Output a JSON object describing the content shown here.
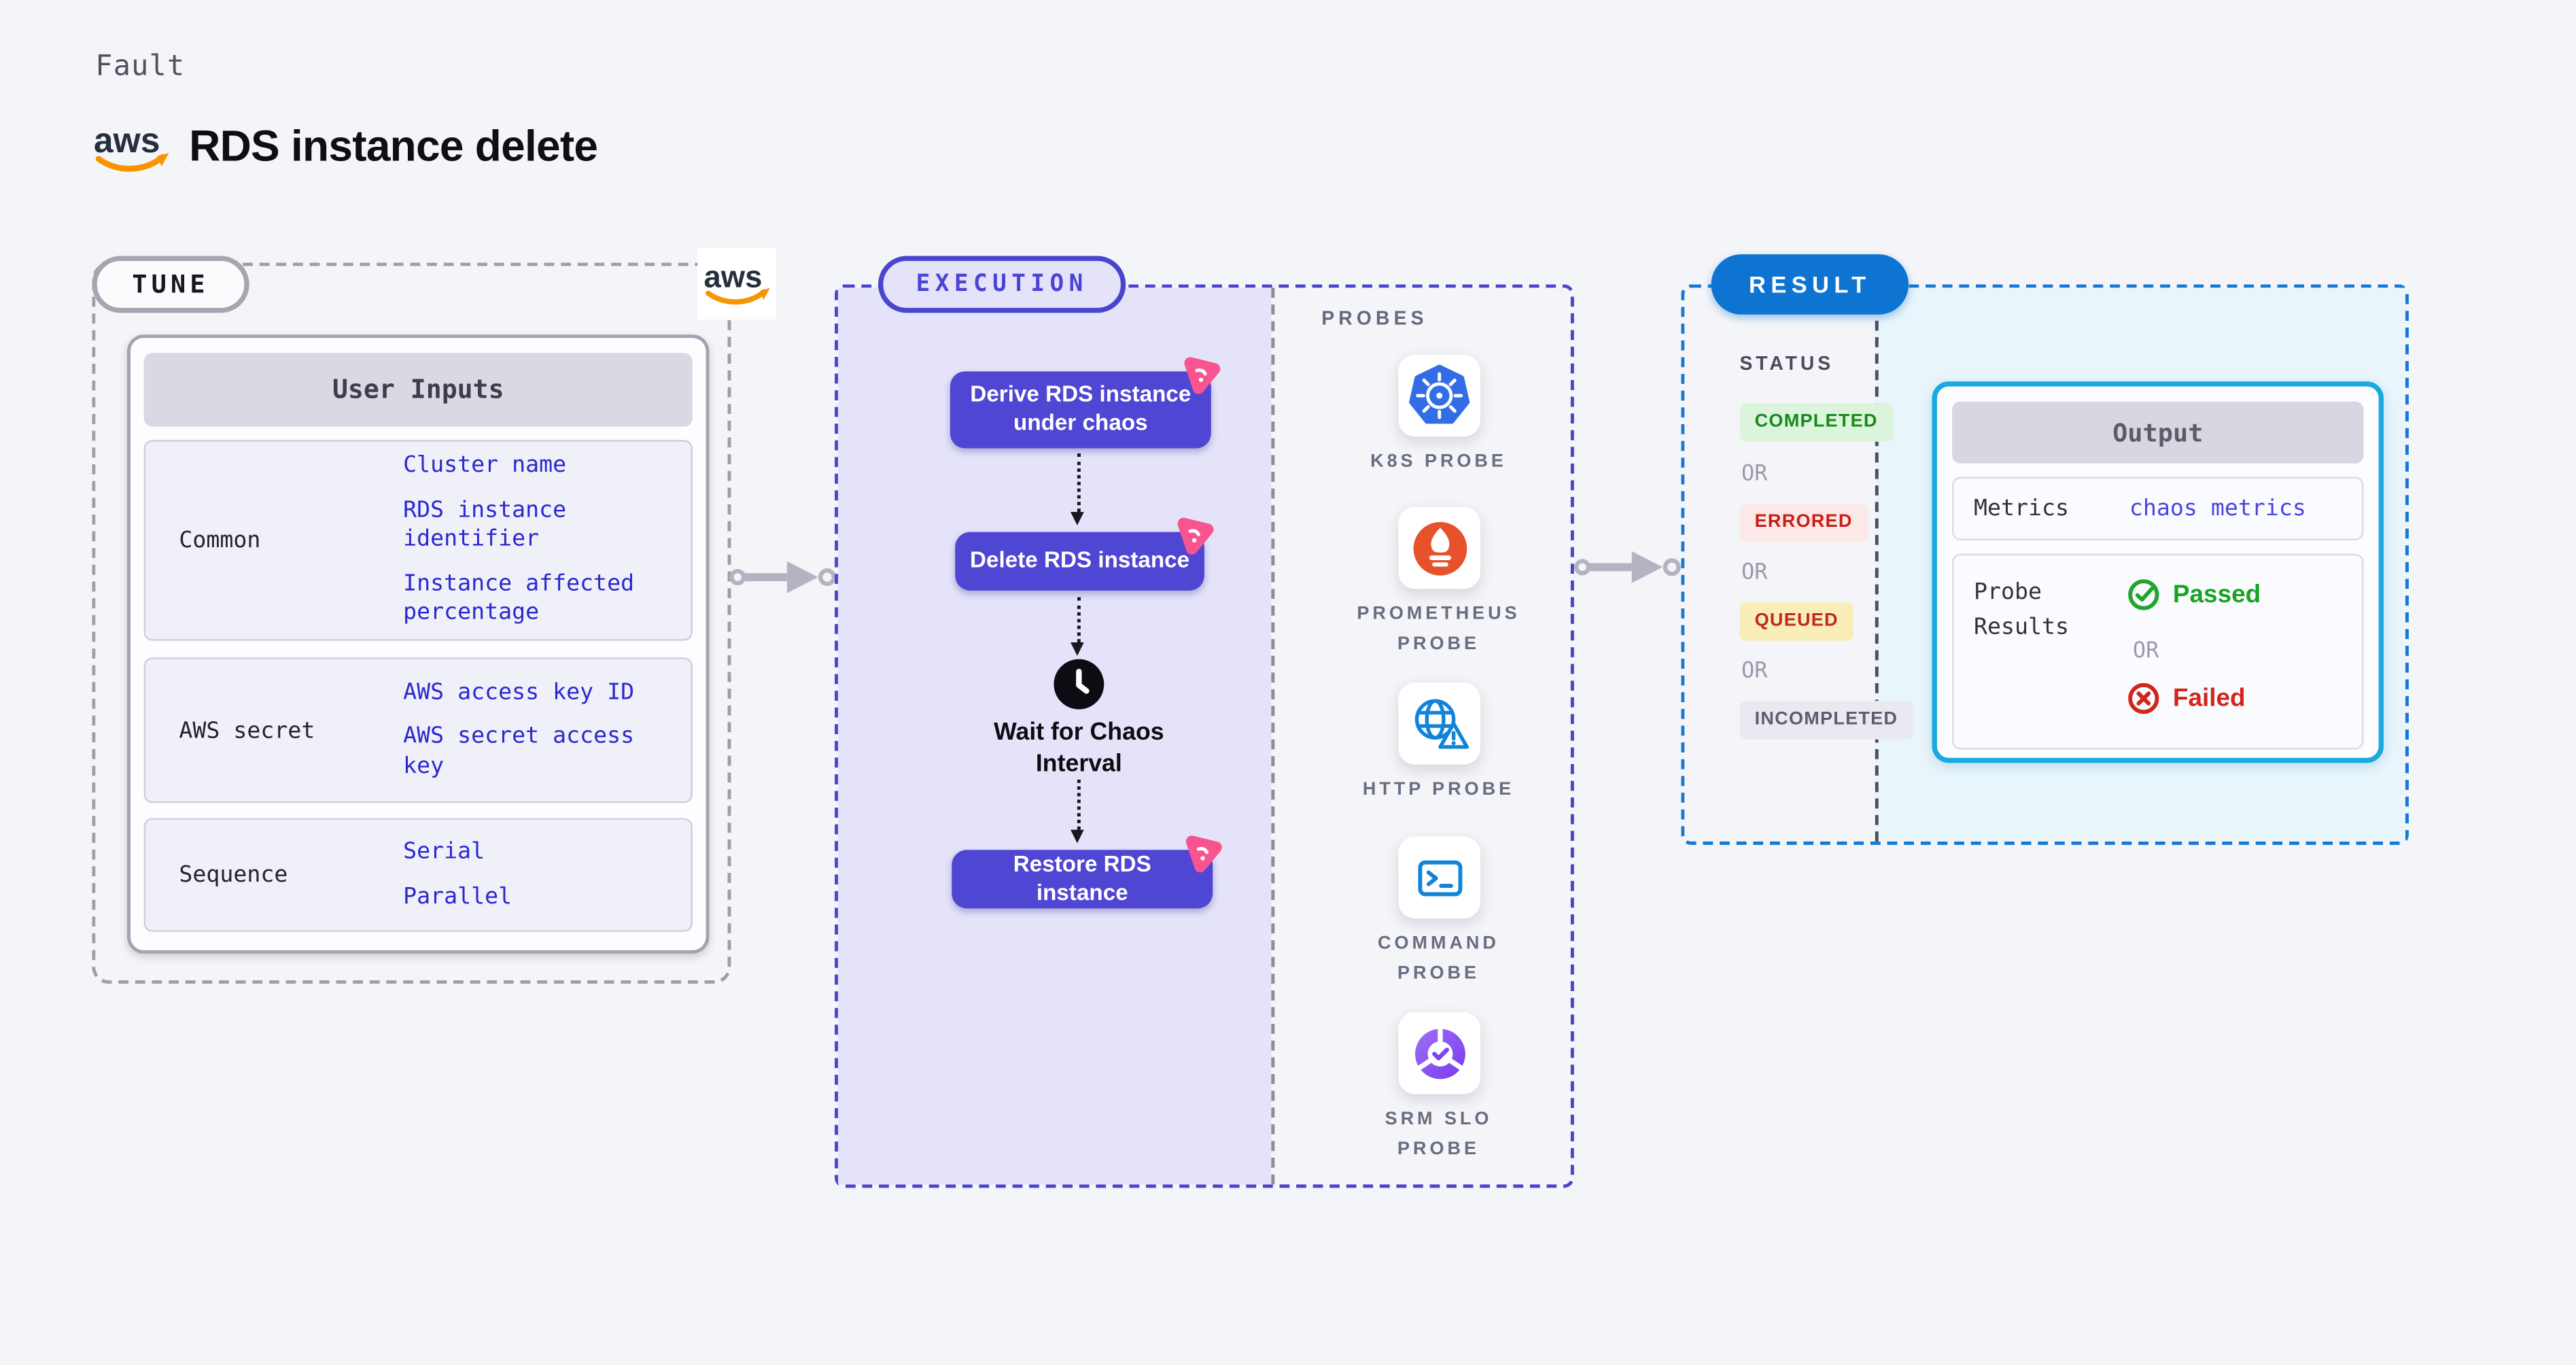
{
  "header": {
    "fault_label": "Fault",
    "title": "RDS instance delete",
    "aws_logo_text": "aws"
  },
  "tune": {
    "pill": "TUNE",
    "table_title": "User Inputs",
    "rows": [
      {
        "label": "Common",
        "values": [
          "Cluster name",
          "RDS instance identifier",
          "Instance affected percentage"
        ]
      },
      {
        "label": "AWS secret",
        "values": [
          "AWS access key ID",
          "AWS secret access key"
        ]
      },
      {
        "label": "Sequence",
        "values": [
          "Serial",
          "Parallel"
        ]
      }
    ]
  },
  "execution": {
    "pill": "EXECUTION",
    "steps": {
      "derive": "Derive RDS instance under chaos",
      "delete": "Delete RDS instance",
      "wait": "Wait for Chaos Interval",
      "restore": "Restore RDS instance"
    }
  },
  "probes": {
    "heading": "PROBES",
    "items": [
      {
        "icon": "kubernetes-icon",
        "label": "K8S PROBE"
      },
      {
        "icon": "prometheus-icon",
        "label": "PROMETHEUS PROBE"
      },
      {
        "icon": "http-globe-warning-icon",
        "label": "HTTP PROBE"
      },
      {
        "icon": "terminal-icon",
        "label": "COMMAND PROBE"
      },
      {
        "icon": "slo-pie-check-icon",
        "label": "SRM SLO PROBE"
      }
    ]
  },
  "result": {
    "pill": "RESULT",
    "status_heading": "STATUS",
    "or_label": "OR",
    "statuses": [
      {
        "label": "COMPLETED",
        "bg": "#dcf4dc",
        "fg": "#168a1d"
      },
      {
        "label": "ERRORED",
        "bg": "#fbe9e7",
        "fg": "#cc1c12"
      },
      {
        "label": "QUEUED",
        "bg": "#f9edba",
        "fg": "#bf2b16"
      },
      {
        "label": "INCOMPLETED",
        "bg": "#e9e9f1",
        "fg": "#5d5c70"
      }
    ],
    "output": {
      "title": "Output",
      "metrics_label": "Metrics",
      "metrics_value": "chaos metrics",
      "probe_results_label": "Probe Results",
      "passed": "Passed",
      "or_label": "OR",
      "failed": "Failed"
    }
  },
  "colors": {
    "page_bg": "#f4f5f8",
    "execution_accent": "#4a45cf",
    "execution_panel": "#e4e3fa",
    "node_indigo": "#4f46d3",
    "chaos_pink": "#f8548f",
    "result_blue": "#0d74d1",
    "output_cyan_border": "#1aa9e0",
    "value_blue": "#2b28cf",
    "passed_green": "#18a324",
    "failed_red": "#d2251b",
    "aws_orange": "#f79400",
    "arrow_gray": "#b4b3c1"
  }
}
